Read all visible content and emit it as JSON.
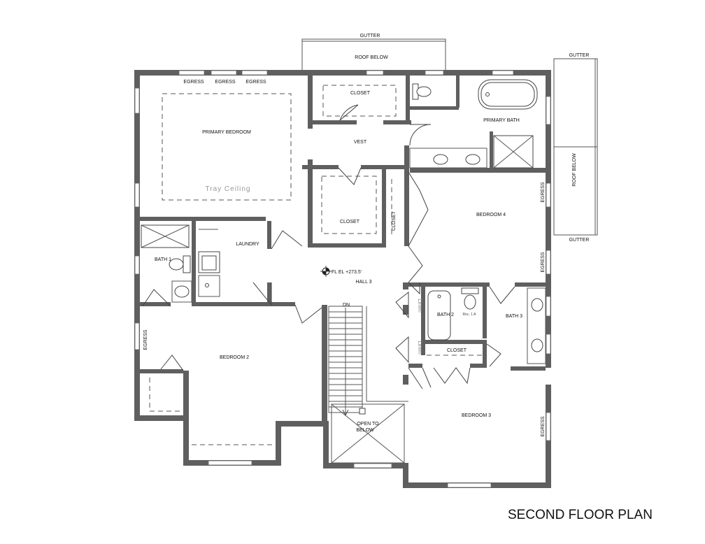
{
  "plan_title": "SECOND FLOOR PLAN",
  "labels": {
    "gutter_top": "GUTTER",
    "roof_below_top": "ROOF BELOW",
    "gutter_right_top": "GUTTER",
    "roof_below_right": "ROOF BELOW",
    "gutter_right_bottom": "GUTTER",
    "egress_1": "EGRESS",
    "egress_2": "EGRESS",
    "egress_3": "EGRESS",
    "egress_bedroom4_a": "EGRESS",
    "egress_bedroom4_b": "EGRESS",
    "egress_bedroom2": "EGRESS",
    "egress_bedroom3": "EGRESS",
    "primary_bedroom": "PRIMARY BEDROOM",
    "tray_ceiling": "Tray Ceiling",
    "closet_top": "CLOSET",
    "vest": "VEST",
    "primary_bath": "PRIMARY BATH",
    "closet_center": "CLOSET",
    "closet_vertical": "CLOSET",
    "bedroom_4": "BEDROOM 4",
    "laundry": "LAUNDRY",
    "bath_1": "BATH 1",
    "fl_el": "FL EL +273.5'",
    "hall_3": "HALL 3",
    "dn": "DN",
    "linen_1": "Linen",
    "linen_2": "Linen",
    "bath_2": "BATH 2",
    "bath_3": "BATH 3",
    "closet_bath": "CLOSET",
    "bedroom_2": "BEDROOM 2",
    "open_to_below_1": "OPEN TO",
    "open_to_below_2": "BELOW",
    "bedroom_3": "BEDROOM 3",
    "rec_fixture": "Rec. 1 A"
  }
}
